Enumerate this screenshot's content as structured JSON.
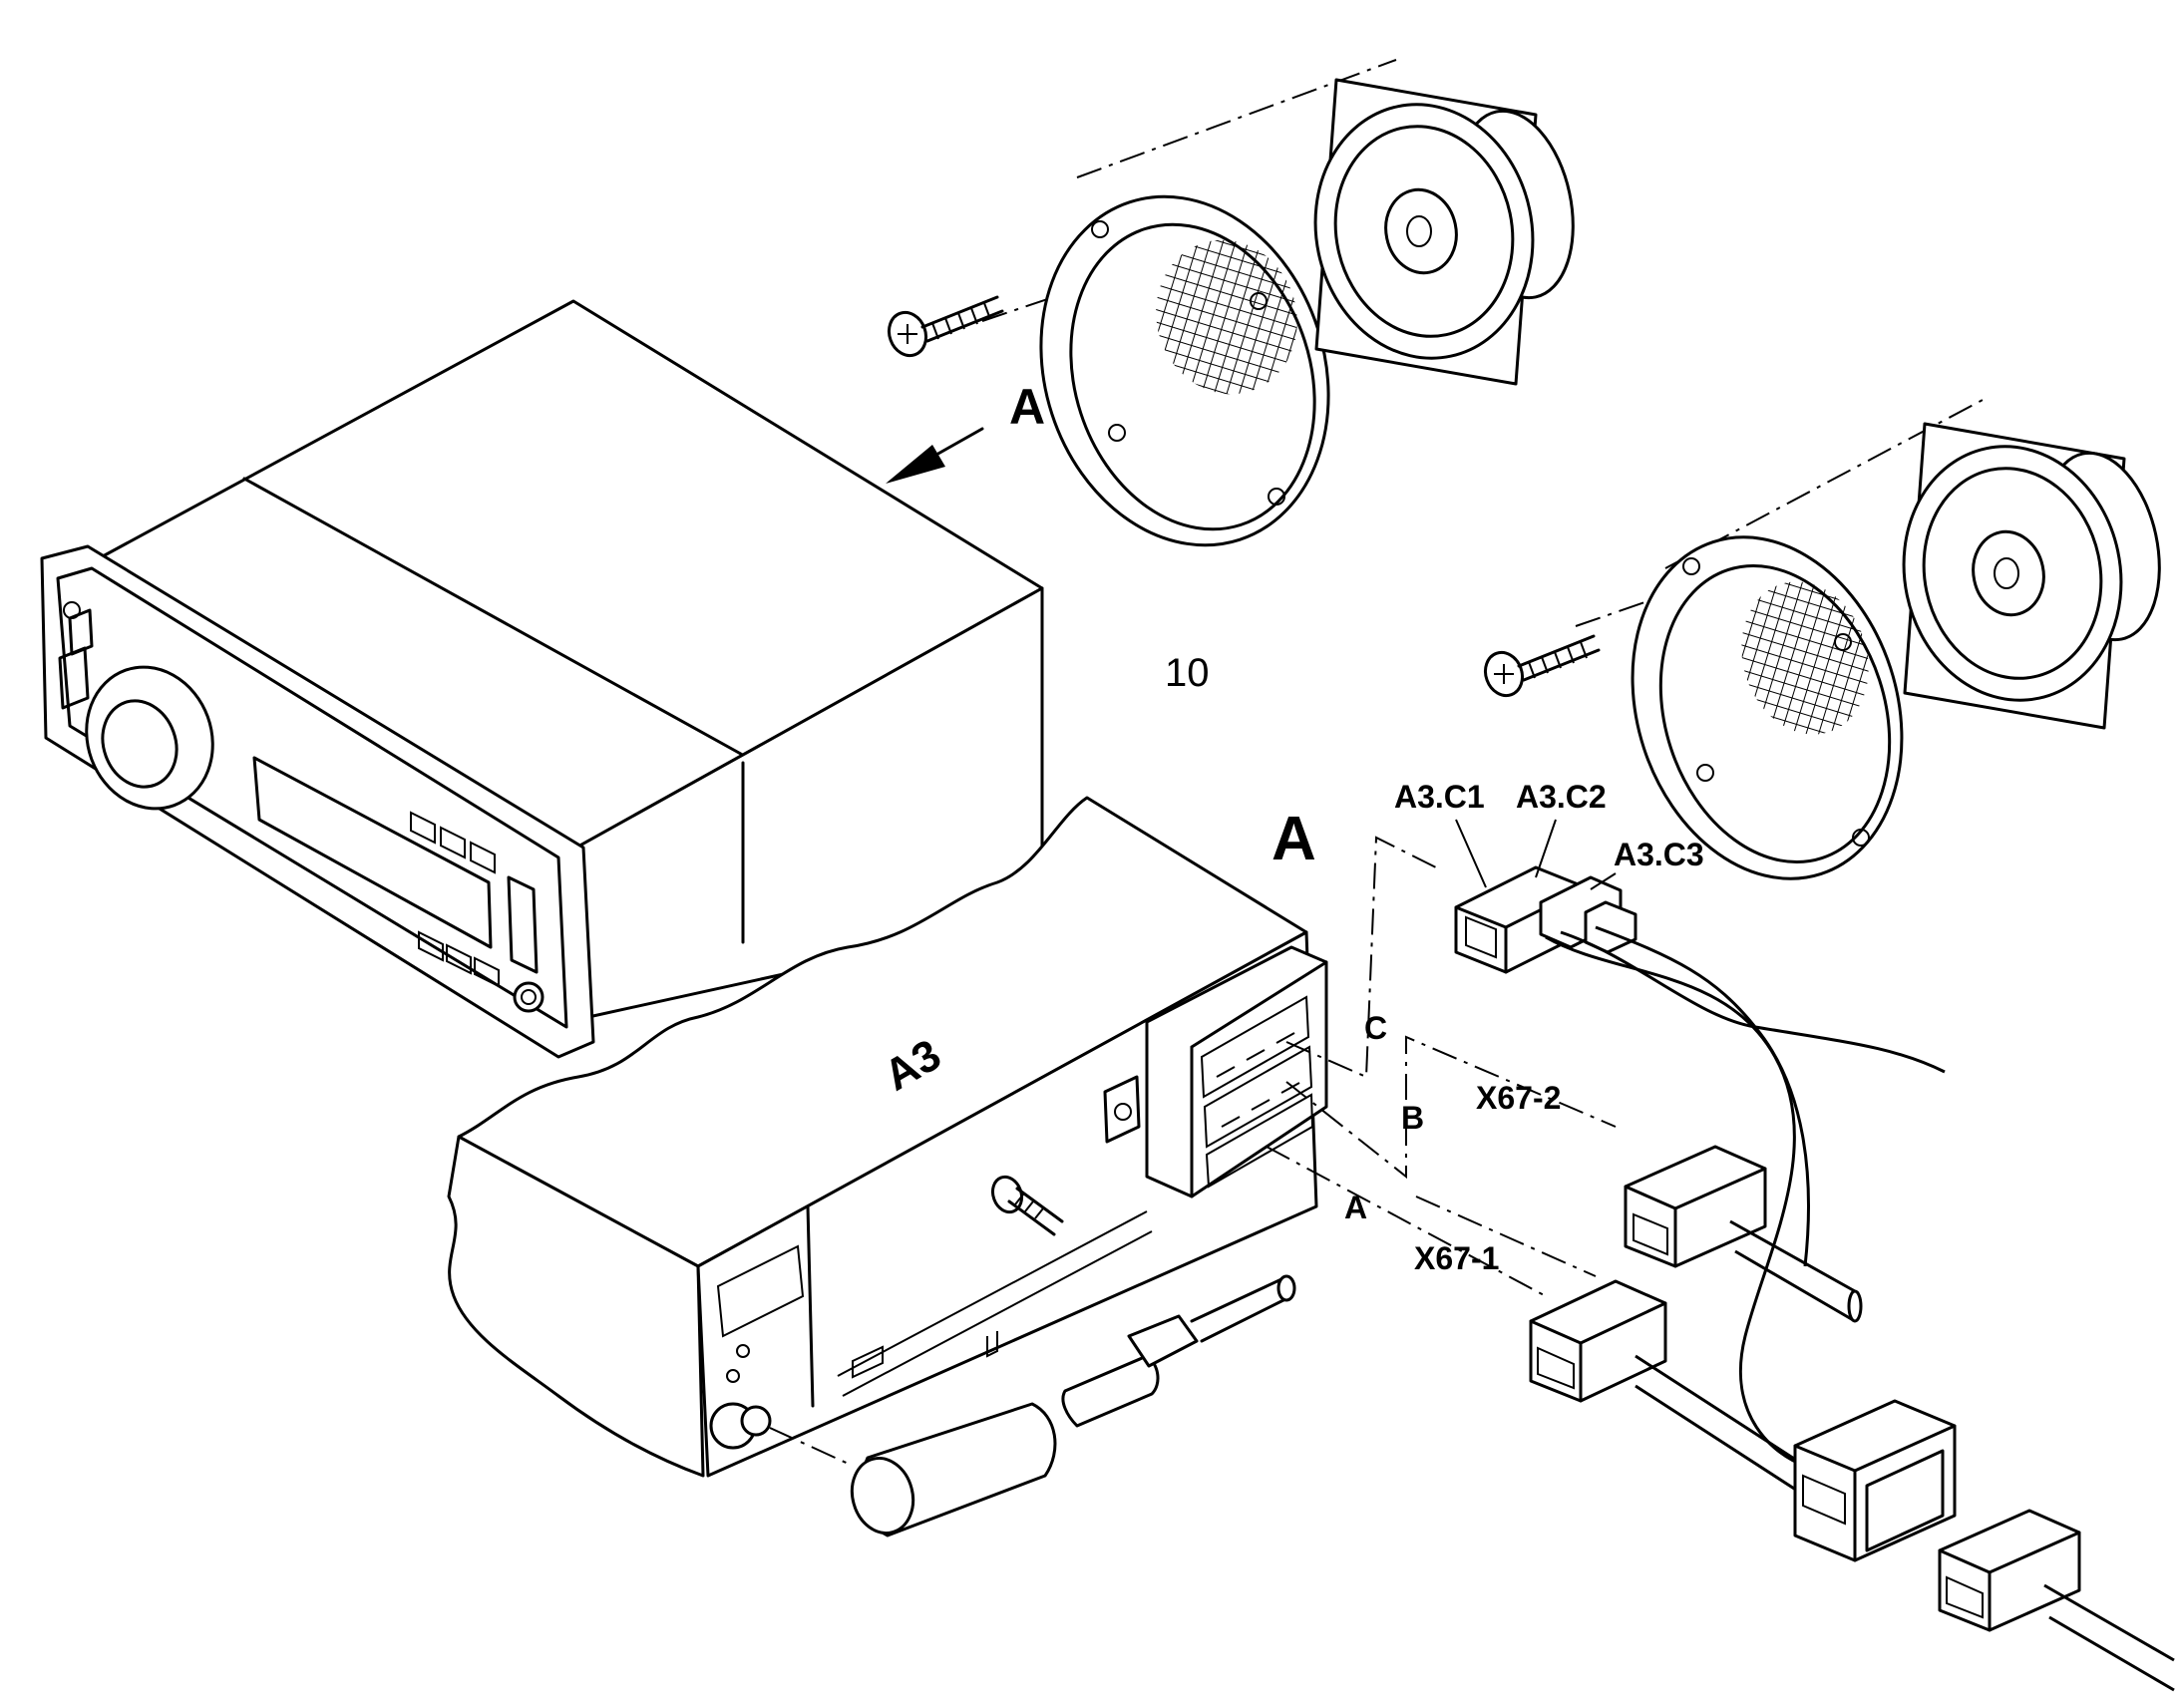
{
  "labels": {
    "view_arrow_label": "A",
    "detail_label": "A",
    "part_number": "10",
    "unit_label": "A3",
    "connector_c1": "A3.C1",
    "connector_c2": "A3.C2",
    "connector_c3": "A3.C3",
    "socket_a": "A",
    "socket_b": "B",
    "socket_c": "C",
    "harness_x67_1": "X67-1",
    "harness_x67_2": "X67-2"
  },
  "icons": {
    "screw": "screw-icon",
    "speaker": "speaker-icon",
    "radio": "radio-unit-icon",
    "connector": "connector-plug-icon",
    "antenna": "antenna-plug-icon"
  },
  "colors": {
    "line": "#000000",
    "background": "#ffffff"
  }
}
